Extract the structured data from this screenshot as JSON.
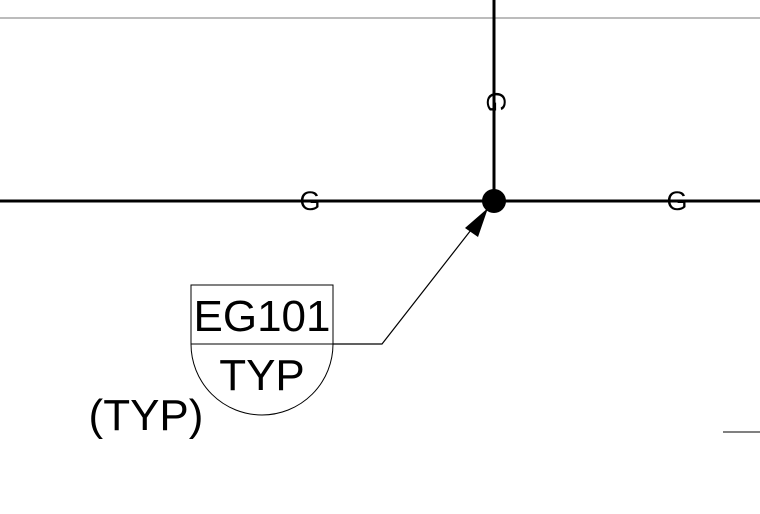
{
  "drawing": {
    "line_color": "#000000",
    "background": "#ffffff",
    "line_marker": "G",
    "detail_tag": {
      "number": "EG101",
      "sheet": "TYP"
    },
    "note": "(TYP)"
  }
}
